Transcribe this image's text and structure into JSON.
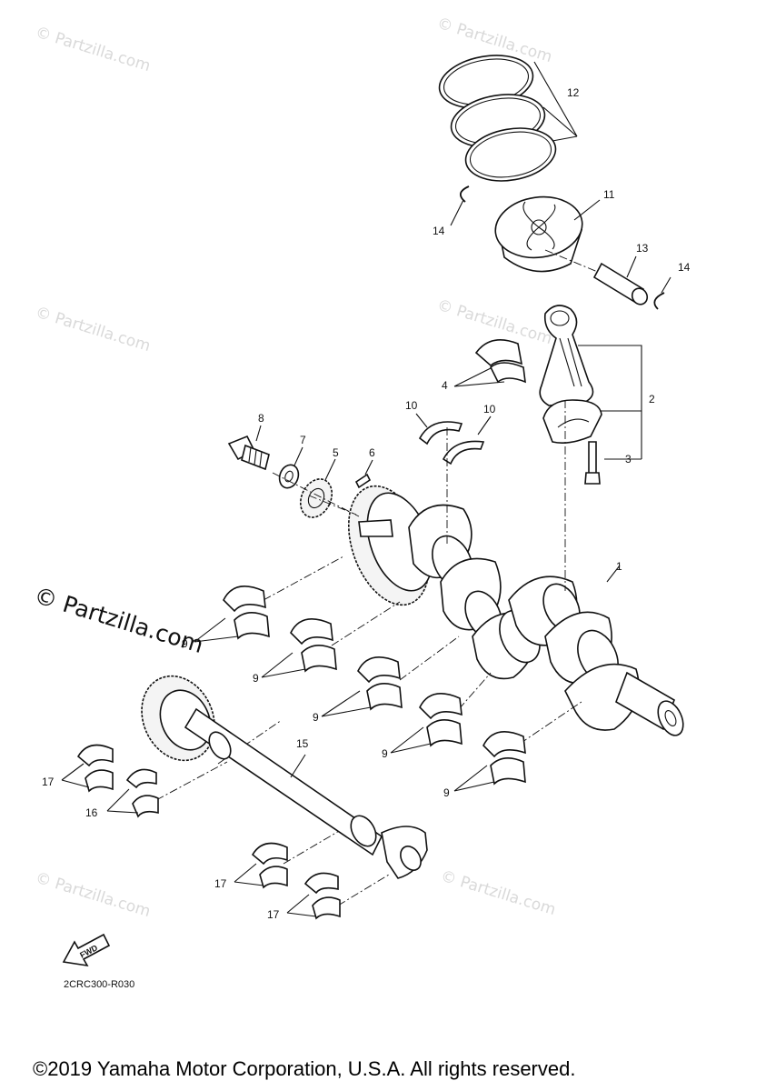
{
  "diagram": {
    "callouts": {
      "c1": "1",
      "c2": "2",
      "c3": "3",
      "c4": "4",
      "c5": "5",
      "c6": "6",
      "c7": "7",
      "c8": "8",
      "c9": "9",
      "c10": "10",
      "c11": "11",
      "c12": "12",
      "c13": "13",
      "c14": "14",
      "c15": "15",
      "c16": "16",
      "c17": "17"
    },
    "fwd_label": "FWD",
    "drawing_code": "2CRC300-R030"
  },
  "watermark": {
    "text": "© Partzilla.com",
    "color": "#d9d9d9"
  },
  "footer": {
    "copyright": "©2019 Yamaha Motor Corporation, U.S.A. All rights reserved."
  }
}
